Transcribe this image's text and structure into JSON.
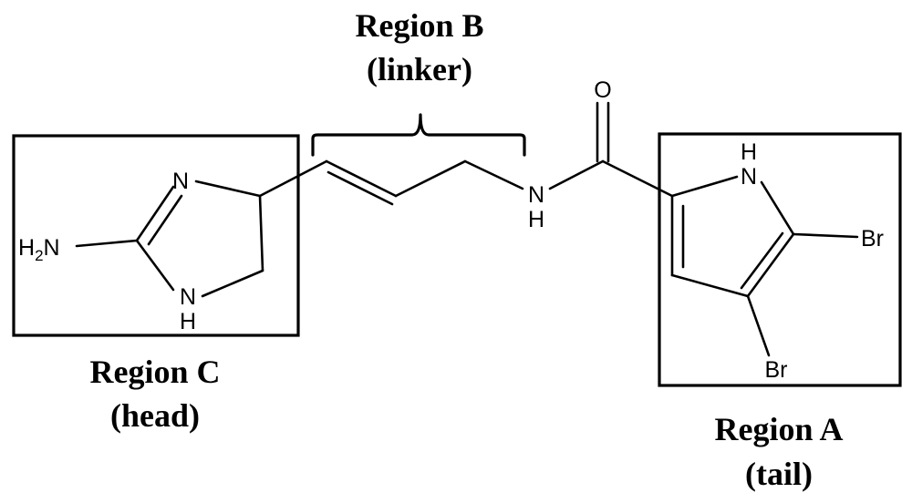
{
  "regions": {
    "c": {
      "name": "Region C",
      "role": "(head)"
    },
    "b": {
      "name": "Region B",
      "role": "(linker)"
    },
    "a": {
      "name": "Region A",
      "role": "(tail)"
    }
  },
  "atoms": {
    "h2n": {
      "main": "H",
      "sub": "2",
      "tail": "N"
    },
    "ring_n": "N",
    "ring_nh_n": "N",
    "ring_nh_h": "H",
    "amide_n": "N",
    "amide_h": "H",
    "carbonyl_o": "O",
    "pyrrole_h": "H",
    "pyrrole_n": "N",
    "br1": "Br",
    "br2": "Br"
  }
}
